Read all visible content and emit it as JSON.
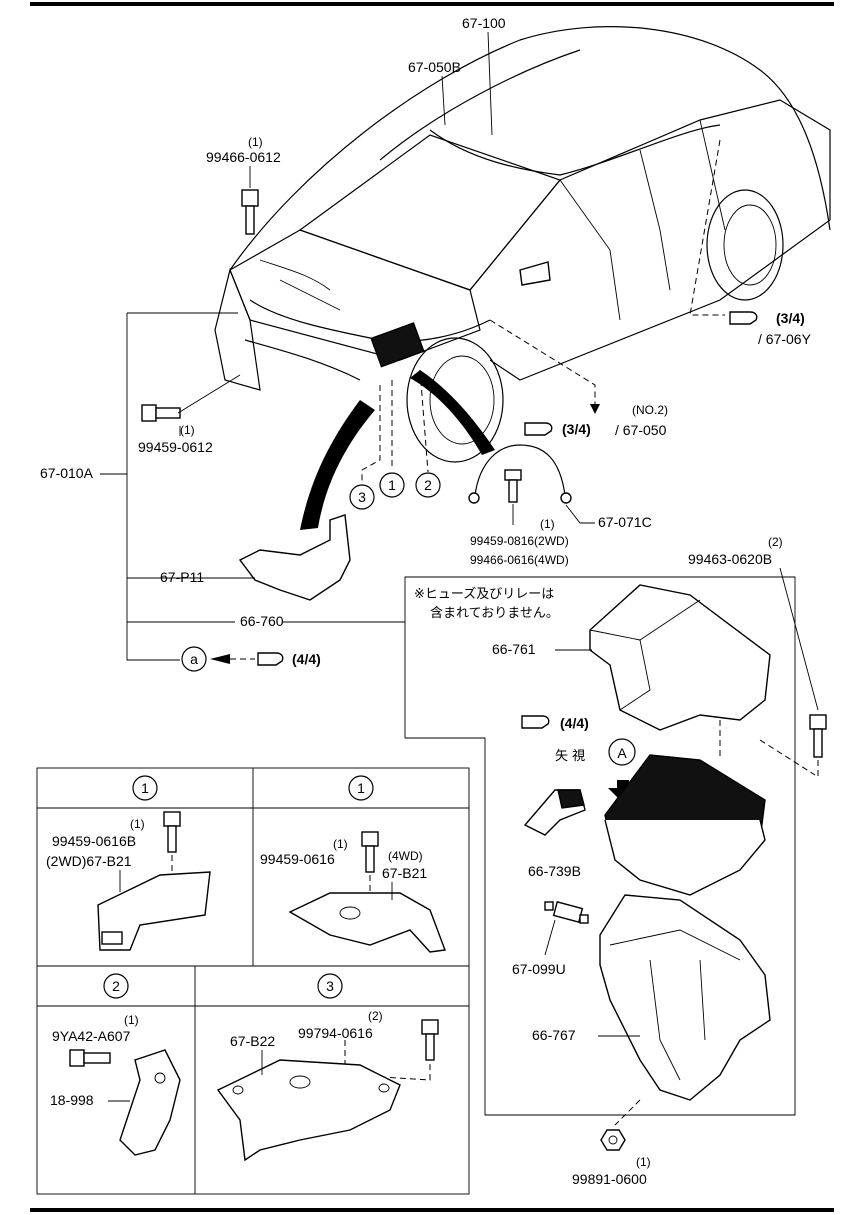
{
  "title_refs": {
    "harness_top": "67-100",
    "roof_harness": "67-050B",
    "main_harness": "67-010A",
    "bracket_p11": "67-P11",
    "fuse_box": "66-760"
  },
  "bolts": {
    "b1_qty": "(1)",
    "b1": "99466-0612",
    "b2_qty": "(1)",
    "b2": "99459-0612",
    "b3_qty": "(1)",
    "b3_2wd": "99459-0816(2WD)",
    "b3_4wd": "99466-0616(4WD)",
    "b4_qty": "(2)",
    "b4": "99463-0620B",
    "b5_qty": "(1)",
    "b5": "99891-0600"
  },
  "refs": {
    "page34_a": "(3/4)",
    "page34_a_part": "/ 67-06Y",
    "page34_b_qty": "(NO.2)",
    "page34_b": "(3/4)",
    "page34_b_part": "/ 67-050",
    "page44_a": "(4/4)",
    "page44_b": "(4/4)",
    "ground_strap": "67-071C",
    "callout_a": "a",
    "view_label": "矢 視",
    "view_letter": "A"
  },
  "fuse_parts": {
    "note_line1": "※ヒューズ及びリレーは",
    "note_line2": "含まれておりません。",
    "cover": "66-761",
    "clip": "66-739B",
    "relay": "67-099U",
    "lower": "66-767"
  },
  "callouts": {
    "c1": "1",
    "c2": "2",
    "c3": "3"
  },
  "detail": {
    "p1a_num": "1",
    "p1a_qty": "(1)",
    "p1a_bolt": "99459-0616B",
    "p1a_bracket": "(2WD)67-B21",
    "p1b_num": "1",
    "p1b_qty": "(1)",
    "p1b_bolt": "99459-0616",
    "p1b_variant": "(4WD)",
    "p1b_bracket": "67-B21",
    "p2_num": "2",
    "p2_qty": "(1)",
    "p2_bolt": "9YA42-A607",
    "p2_part": "18-998",
    "p3_num": "3",
    "p3_qty": "(2)",
    "p3_bolt": "99794-0616",
    "p3_bracket": "67-B22"
  }
}
